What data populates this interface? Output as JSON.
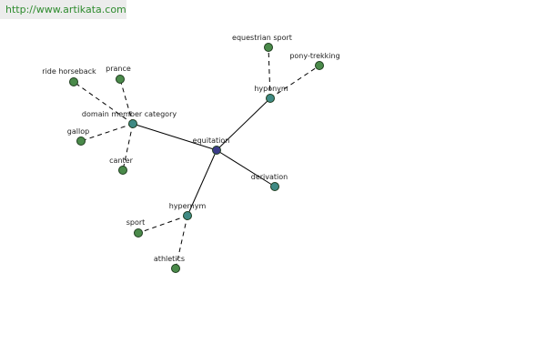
{
  "banner": {
    "url": "http://www.artikata.com"
  },
  "colors": {
    "center": "#3c3c8a",
    "relation": "#3f8a84",
    "leaf": "#4a8a4a"
  },
  "graph": {
    "nodes": [
      {
        "id": "equitation",
        "label": "equitation",
        "kind": "center"
      },
      {
        "id": "domain-member-category",
        "label": "domain member category",
        "kind": "relation"
      },
      {
        "id": "hyponym",
        "label": "hyponym",
        "kind": "relation"
      },
      {
        "id": "hypernym",
        "label": "hypernym",
        "kind": "relation"
      },
      {
        "id": "derivation",
        "label": "derivation",
        "kind": "relation"
      },
      {
        "id": "ride-horseback",
        "label": "ride horseback",
        "kind": "leaf"
      },
      {
        "id": "prance",
        "label": "prance",
        "kind": "leaf"
      },
      {
        "id": "gallop",
        "label": "gallop",
        "kind": "leaf"
      },
      {
        "id": "canter",
        "label": "canter",
        "kind": "leaf"
      },
      {
        "id": "equestrian-sport",
        "label": "equestrian sport",
        "kind": "leaf"
      },
      {
        "id": "pony-trekking",
        "label": "pony-trekking",
        "kind": "leaf"
      },
      {
        "id": "sport",
        "label": "sport",
        "kind": "leaf"
      },
      {
        "id": "athletics",
        "label": "athletics",
        "kind": "leaf"
      }
    ],
    "edges": [
      {
        "from": "equitation",
        "to": "domain-member-category",
        "style": "solid"
      },
      {
        "from": "equitation",
        "to": "hyponym",
        "style": "solid"
      },
      {
        "from": "equitation",
        "to": "hypernym",
        "style": "solid"
      },
      {
        "from": "equitation",
        "to": "derivation",
        "style": "solid"
      },
      {
        "from": "domain-member-category",
        "to": "ride-horseback",
        "style": "dashed"
      },
      {
        "from": "domain-member-category",
        "to": "prance",
        "style": "dashed"
      },
      {
        "from": "domain-member-category",
        "to": "gallop",
        "style": "dashed"
      },
      {
        "from": "domain-member-category",
        "to": "canter",
        "style": "dashed"
      },
      {
        "from": "hyponym",
        "to": "equestrian-sport",
        "style": "dashed"
      },
      {
        "from": "hyponym",
        "to": "pony-trekking",
        "style": "dashed"
      },
      {
        "from": "hypernym",
        "to": "sport",
        "style": "dashed"
      },
      {
        "from": "hypernym",
        "to": "athletics",
        "style": "dashed"
      }
    ]
  }
}
